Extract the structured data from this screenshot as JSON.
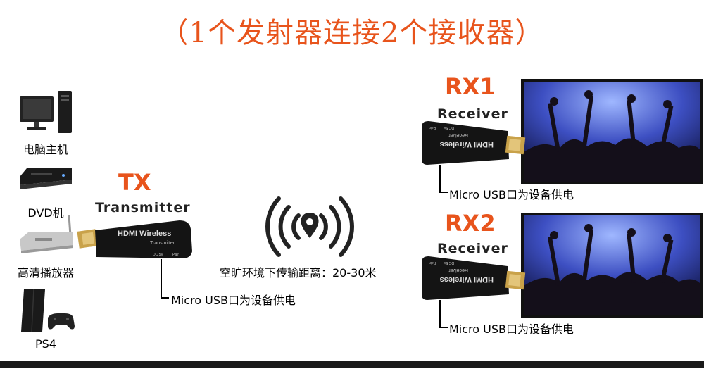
{
  "title": "（1个发射器连接2个接收器）",
  "sources": [
    {
      "label": "电脑主机",
      "icon": "desktop-computer-icon"
    },
    {
      "label": "DVD机",
      "icon": "dvd-player-icon"
    },
    {
      "label": "高清播放器",
      "icon": "hd-player-icon"
    },
    {
      "label": "PS4",
      "icon": "game-console-icon"
    }
  ],
  "transmitter": {
    "code": "TX",
    "role": "Transmitter",
    "body_text": "HDMI Wireless",
    "body_sub": "Transmitter",
    "port_left": "DC 5V",
    "port_right": "Pair",
    "power": "Micro USB口为设备供电"
  },
  "wireless": {
    "icon": "wireless-signal-icon",
    "distance": "空旷环境下传输距离：20-30米"
  },
  "receivers": [
    {
      "code": "RX1",
      "role": "Receiver",
      "body_text": "HDMI Wireless",
      "body_sub": "Receiver",
      "port_left": "DC 5V",
      "port_right": "Pair",
      "power": "Micro USB口为设备供电"
    },
    {
      "code": "RX2",
      "role": "Receiver",
      "body_text": "HDMI Wireless",
      "body_sub": "Receiver",
      "port_left": "DC 5V",
      "port_right": "Pair",
      "power": "Micro USB口为设备供电"
    }
  ],
  "colors": {
    "accent": "#e8541c",
    "device": "#141414",
    "screen": "#1a1f6e"
  }
}
